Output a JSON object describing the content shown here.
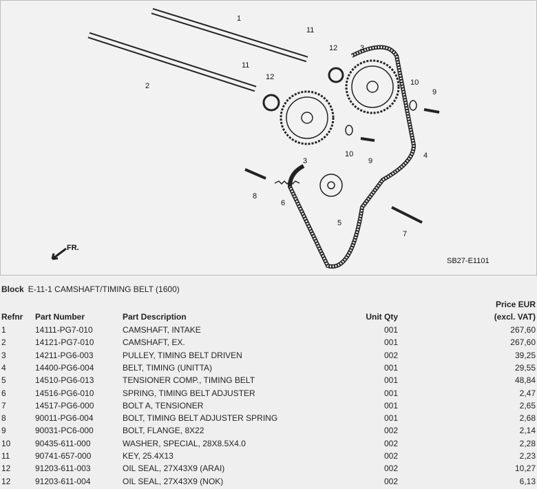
{
  "diagram": {
    "code": "SB27-E1101",
    "direction_label": "FR.",
    "callouts": [
      "1",
      "2",
      "3",
      "3",
      "4",
      "5",
      "6",
      "7",
      "8",
      "9",
      "9",
      "10",
      "10",
      "11",
      "11",
      "12",
      "12"
    ]
  },
  "block": {
    "label": "Block",
    "title": "E-11-1 CAMSHAFT/TIMING BELT (1600)"
  },
  "table": {
    "headers": {
      "refnr": "Refnr",
      "part_number": "Part Number",
      "description": "Part Description",
      "qty": "Unit Qty",
      "price_line1": "Price EUR",
      "price_line2": "(excl. VAT)"
    },
    "rows": [
      {
        "ref": "1",
        "pn": "14111-PG7-010",
        "desc": "CAMSHAFT, INTAKE",
        "qty": "001",
        "price": "267,60"
      },
      {
        "ref": "2",
        "pn": "14121-PG7-010",
        "desc": "CAMSHAFT, EX.",
        "qty": "001",
        "price": "267,60"
      },
      {
        "ref": "3",
        "pn": "14211-PG6-003",
        "desc": "PULLEY, TIMING BELT DRIVEN",
        "qty": "002",
        "price": "39,25"
      },
      {
        "ref": "4",
        "pn": "14400-PG6-004",
        "desc": "BELT, TIMING (UNITTA)",
        "qty": "001",
        "price": "29,55"
      },
      {
        "ref": "5",
        "pn": "14510-PG6-013",
        "desc": "TENSIONER COMP., TIMING BELT",
        "qty": "001",
        "price": "48,84"
      },
      {
        "ref": "6",
        "pn": "14516-PG6-010",
        "desc": "SPRING, TIMING BELT ADJUSTER",
        "qty": "001",
        "price": "2,47"
      },
      {
        "ref": "7",
        "pn": "14517-PG6-000",
        "desc": "BOLT A, TENSIONER",
        "qty": "001",
        "price": "2,65"
      },
      {
        "ref": "8",
        "pn": "90011-PG6-004",
        "desc": "BOLT, TIMING BELT ADJUSTER SPRING",
        "qty": "001",
        "price": "2,68"
      },
      {
        "ref": "9",
        "pn": "90031-PC6-000",
        "desc": "BOLT, FLANGE, 8X22",
        "qty": "002",
        "price": "2,14"
      },
      {
        "ref": "10",
        "pn": "90435-611-000",
        "desc": "WASHER, SPECIAL, 28X8.5X4.0",
        "qty": "002",
        "price": "2,28"
      },
      {
        "ref": "11",
        "pn": "90741-657-000",
        "desc": "KEY, 25.4X13",
        "qty": "002",
        "price": "2,23"
      },
      {
        "ref": "12",
        "pn": "91203-611-003",
        "desc": "OIL SEAL, 27X43X9 (ARAI)",
        "qty": "002",
        "price": "10,27"
      },
      {
        "ref": "12",
        "pn": "91203-611-004",
        "desc": "OIL SEAL, 27X43X9 (NOK)",
        "qty": "002",
        "price": "6,13"
      }
    ]
  }
}
